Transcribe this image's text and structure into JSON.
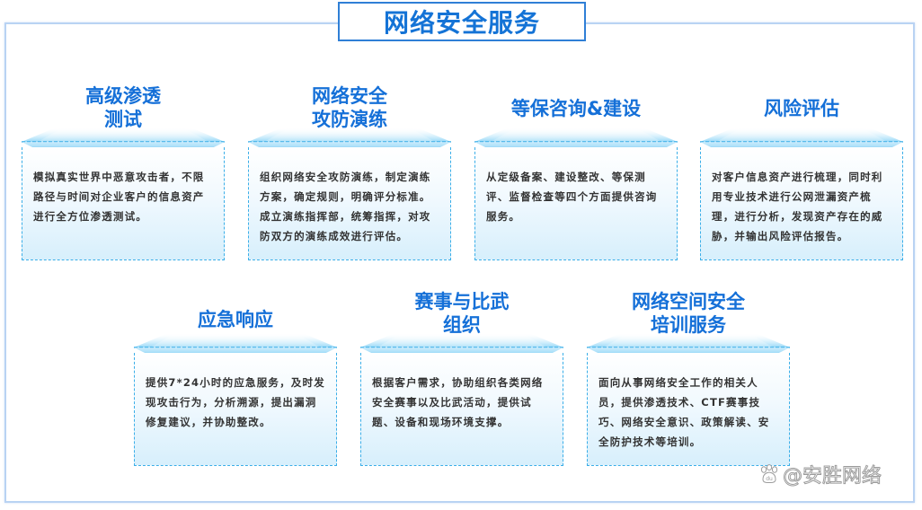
{
  "main_title": "网络安全服务",
  "colors": {
    "title_blue": "#1570d8",
    "frame_border": "#b9d3f3",
    "box_dashed": "#3aaee8",
    "body_text": "#333333"
  },
  "cards": [
    {
      "title_lines": [
        "高级渗透",
        "测试"
      ],
      "description": "模拟真实世界中恶意攻击者，不限路径与时间对企业客户的信息资产进行全方位渗透测试。"
    },
    {
      "title_lines": [
        "网络安全",
        "攻防演练"
      ],
      "description": "组织网络安全攻防演练，制定演练方案，确定规则，明确评分标准。成立演练指挥部，统筹指挥，对攻防双方的演练成效进行评估。"
    },
    {
      "title_lines": [
        "等保咨询&建设"
      ],
      "description": "从定级备案、建设整改、等保测评、监督检查等四个方面提供咨询服务。"
    },
    {
      "title_lines": [
        "风险评估"
      ],
      "description": "对客户信息资产进行梳理，同时利用专业技术进行公网泄漏资产梳理，进行分析，发现资产存在的威胁，并输出风险评估报告。"
    },
    {
      "title_lines": [
        "应急响应"
      ],
      "description": "提供7*24小时的应急服务，及时发现攻击行为，分析溯源，提出漏洞修复建议，并协助整改。"
    },
    {
      "title_lines": [
        "赛事与比武",
        "组织"
      ],
      "description": "根据客户需求，协助组织各类网络安全赛事以及比武活动，提供试题、设备和现场环境支撑。"
    },
    {
      "title_lines": [
        "网络空间安全",
        "培训服务"
      ],
      "description": "面向从事网络安全工作的相关人员，提供渗透技术、CTF赛事技巧、网络安全意识、政策解读、安全防护技术等培训。"
    }
  ],
  "watermark": {
    "icon": "baidu-paw-icon",
    "text": "@安胜网络"
  }
}
